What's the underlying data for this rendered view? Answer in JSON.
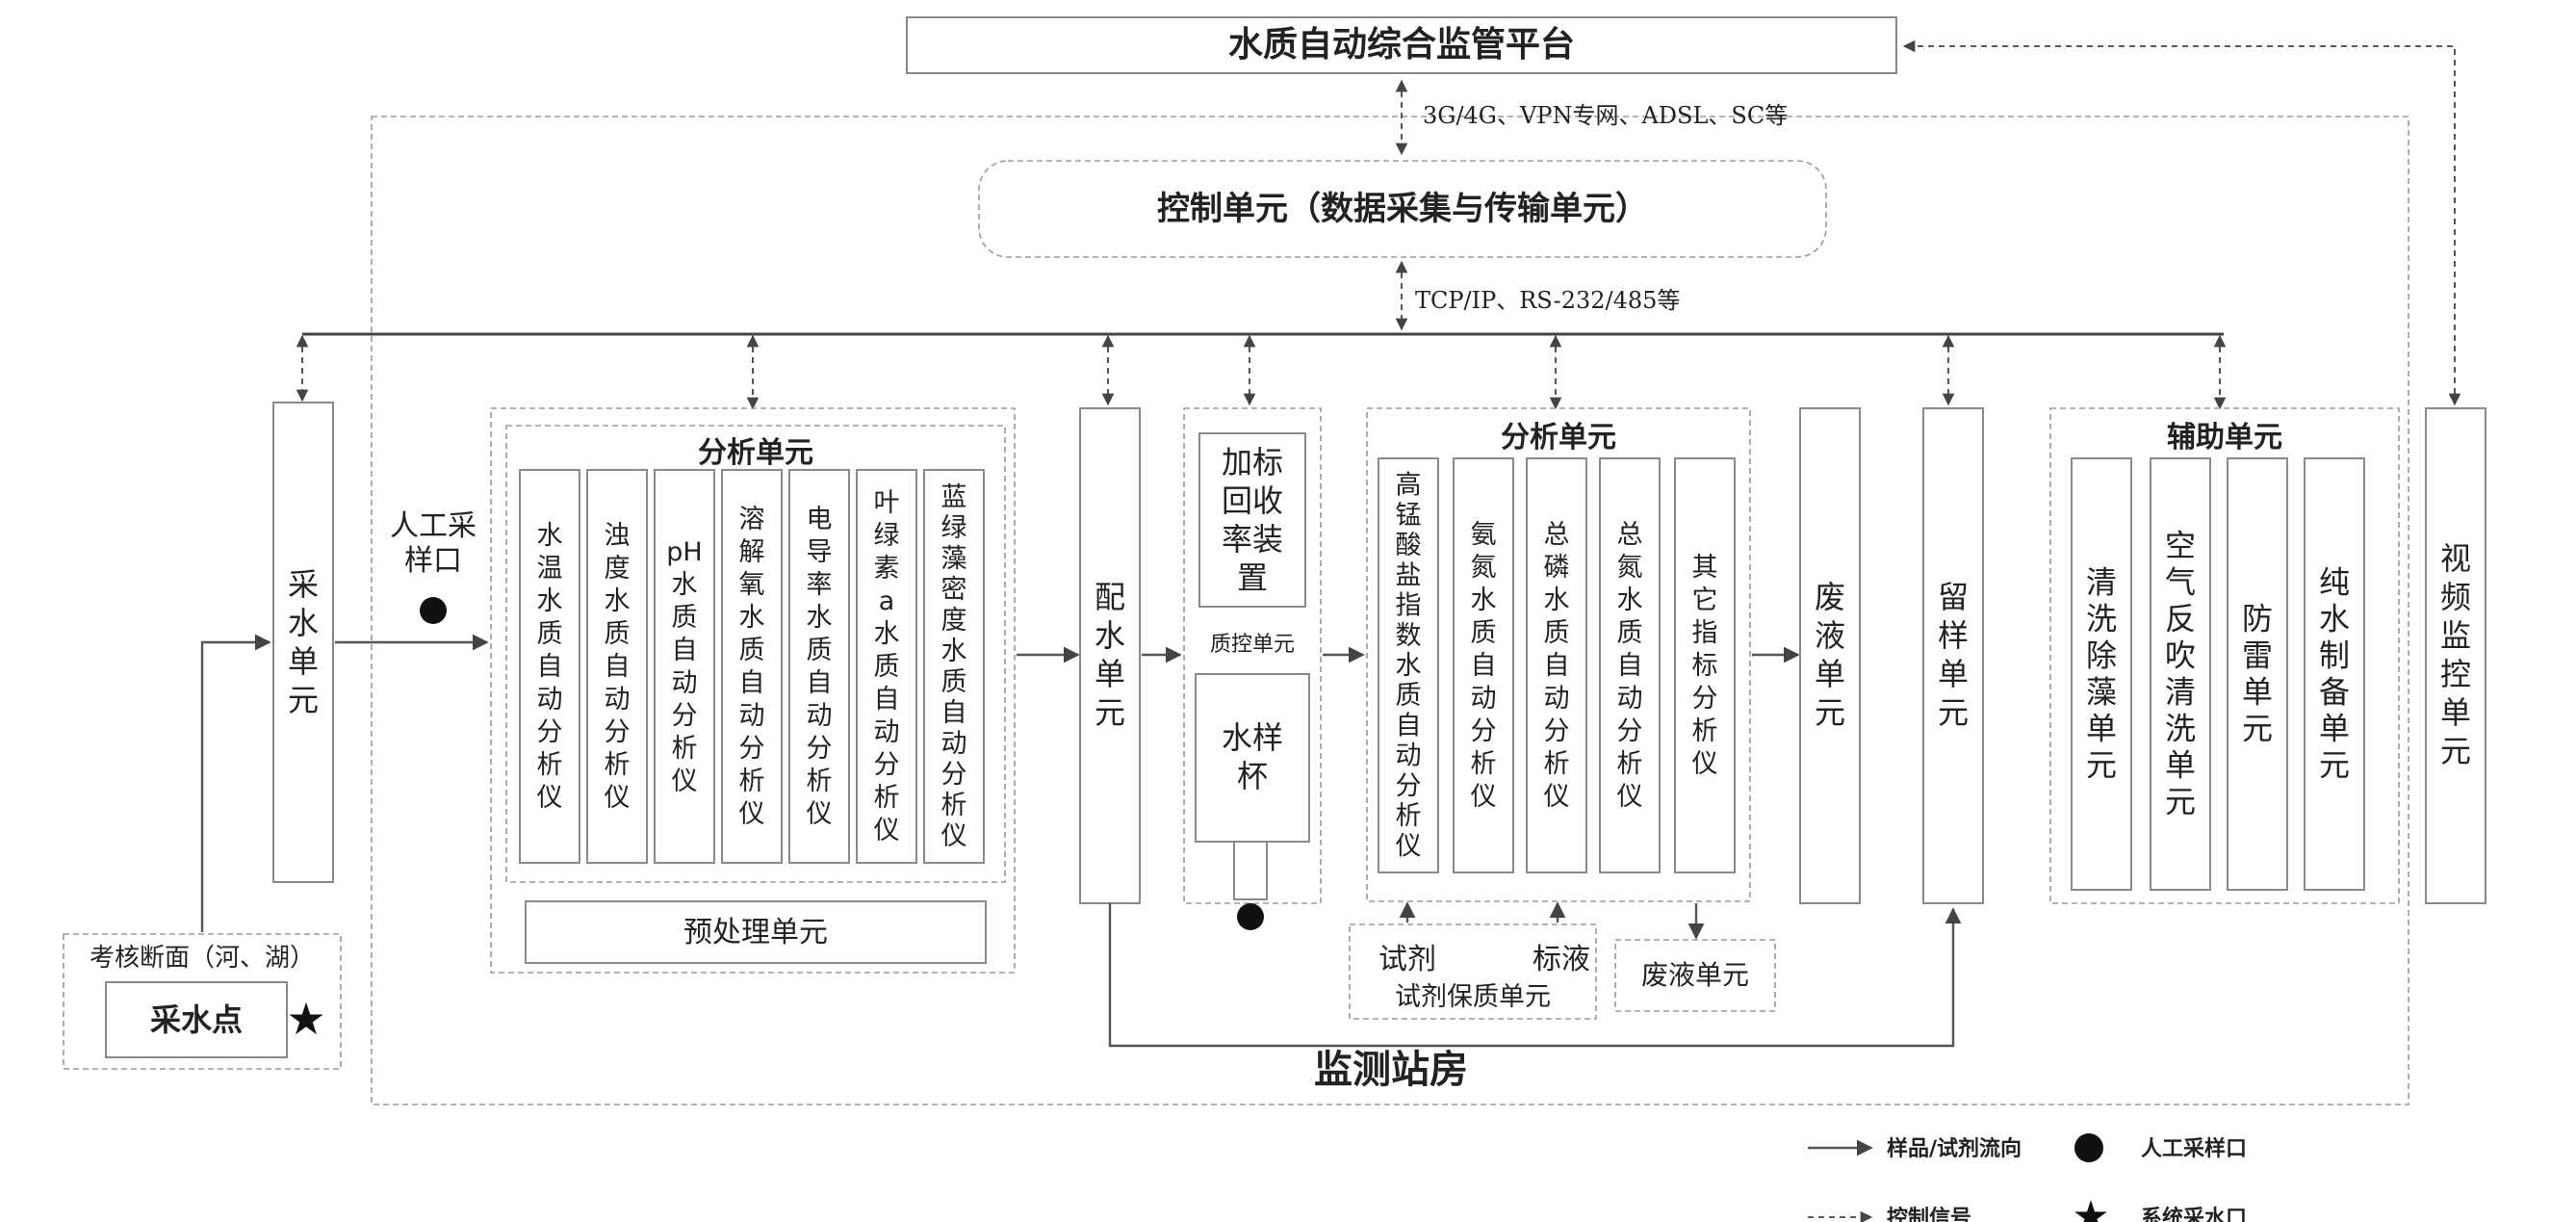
{
  "platform": {
    "label": "水质自动综合监管平台"
  },
  "control_unit": {
    "label": "控制单元（数据采集与传输单元）"
  },
  "network_top": {
    "label": "3G/4G、VPN专网、ADSL、SC等"
  },
  "network_bus": {
    "label": "TCP/IP、RS-232/485等"
  },
  "station": {
    "label": "监测站房"
  },
  "intake": {
    "label": "采水单元"
  },
  "manual_port": {
    "label": "人工采样口"
  },
  "section": {
    "label": "考核断面（河、湖）",
    "point_label": "采水点"
  },
  "analysis1": {
    "title": "分析单元",
    "instruments": [
      "水温水质自动分析仪",
      "浊度水质自动分析仪",
      "pH水质自动分析仪",
      "溶解氧水质自动分析仪",
      "电导率水质自动分析仪",
      "叶绿素a水质自动分析仪",
      "蓝绿藻密度水质自动分析仪"
    ],
    "pretreat": "预处理单元"
  },
  "distribution": {
    "label": "配水单元"
  },
  "qc": {
    "spike": "加标回收率装置",
    "title": "质控单元",
    "cup": "水样杯"
  },
  "analysis2": {
    "title": "分析单元",
    "instruments": [
      "高锰酸盐指数水质自动分析仪",
      "氨氮水质自动分析仪",
      "总磷水质自动分析仪",
      "总氮水质自动分析仪",
      "其它指标分析仪"
    ]
  },
  "reagent": {
    "reagent": "试剂",
    "standard": "标液",
    "title": "试剂保质单元"
  },
  "waste_small": {
    "label": "废液单元"
  },
  "waste": {
    "label": "废液单元"
  },
  "retain": {
    "label": "留样单元"
  },
  "aux": {
    "title": "辅助单元",
    "items": [
      "清洗除藻单元",
      "空气反吹清洗单元",
      "防雷单元",
      "纯水制备单元"
    ]
  },
  "video": {
    "label": "视频监控单元"
  },
  "legend": {
    "flow": "样品/试剂流向",
    "control": "控制信号",
    "manual": "人工采样口",
    "system": "系统采水口"
  },
  "colors": {
    "line": "#555555",
    "border": "#8a8a8a",
    "text": "#222222"
  }
}
